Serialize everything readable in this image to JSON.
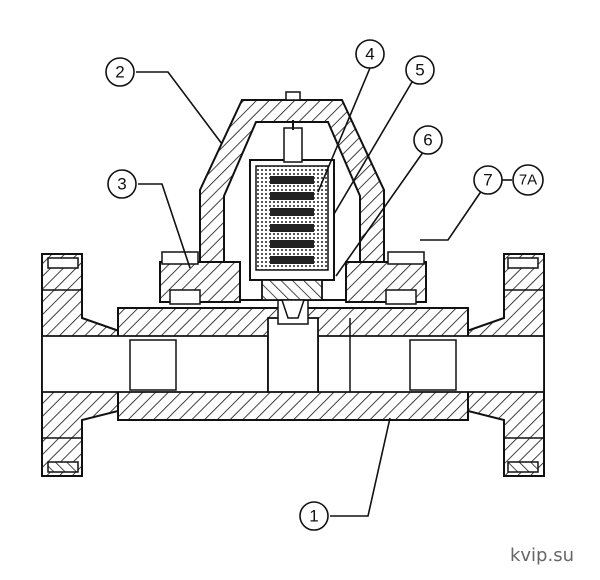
{
  "diagram": {
    "callouts": [
      {
        "id": "1",
        "label": "1"
      },
      {
        "id": "2",
        "label": "2"
      },
      {
        "id": "3",
        "label": "3"
      },
      {
        "id": "4",
        "label": "4"
      },
      {
        "id": "5",
        "label": "5"
      },
      {
        "id": "6",
        "label": "6"
      },
      {
        "id": "7",
        "label": "7"
      },
      {
        "id": "7a",
        "label": "7A"
      }
    ]
  },
  "watermark": "kvip.su"
}
